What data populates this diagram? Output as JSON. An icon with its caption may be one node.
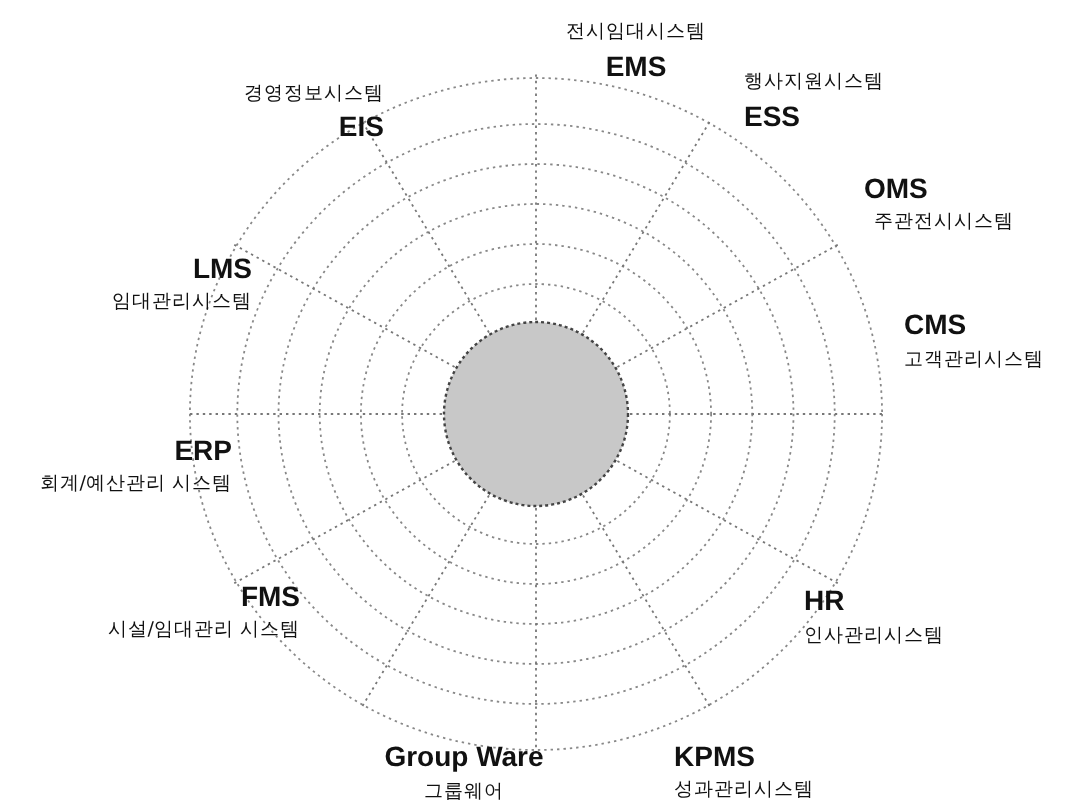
{
  "diagram": {
    "nodes": [
      {
        "text": [],
        "shape": "circle"
      }
    ],
    "labels": [
      "전시임대시스템",
      "EMS",
      "경영정보시스템",
      "EIS",
      "행사지원시스템",
      "ESS",
      "OMS",
      "주관전시시스템",
      "LMS",
      "임대관리시스템",
      "CMS",
      "고객관리시스템",
      "ERP",
      "회계/예산관리 시스템",
      "HR",
      "인사관리시스템",
      "FMS",
      "시설/임대관리 시스템",
      "Group Ware",
      "그룹웨어",
      "KPMS",
      "성과관리시스템"
    ]
  }
}
